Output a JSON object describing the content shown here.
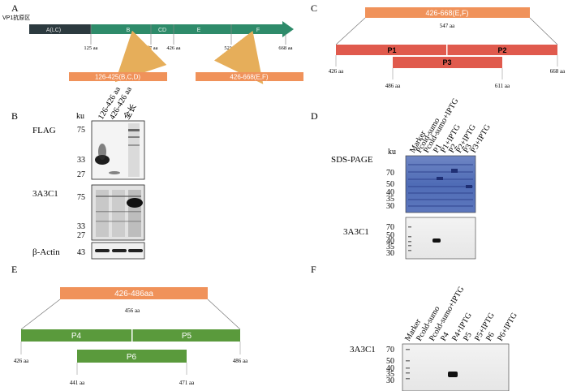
{
  "colors": {
    "vp1_dark": "#2c3a3f",
    "vp1_green": "#2e8b6a",
    "orange": "#f0925a",
    "red": "#e05a4d",
    "green": "#5a9a3c",
    "arrow_gold": "#e6ae5a"
  },
  "panelA": {
    "letter": "A",
    "title": "VP1抗原区",
    "segments": [
      "A(LC)",
      "B",
      "CD",
      "E",
      "F"
    ],
    "positions": [
      "125 aa",
      "397 aa",
      "426 aa",
      "521 aa",
      "668 aa"
    ],
    "fragments": [
      "126-425(B,C,D)",
      "426-668(E,F)"
    ]
  },
  "panelB": {
    "letter": "B",
    "ku": "ku",
    "lanes": [
      "126-426 aa",
      "426-426 aa",
      "全长"
    ],
    "blot1": {
      "label": "FLAG",
      "markers": [
        "75",
        "33",
        "27"
      ]
    },
    "blot2": {
      "label": "3A3C1",
      "markers": [
        "75",
        "33",
        "27"
      ]
    },
    "blot3": {
      "label": "β-Actin",
      "markers": [
        "43"
      ]
    }
  },
  "panelC": {
    "letter": "C",
    "top": "426-668(E,F)",
    "split": "547 aa",
    "P1": "P1",
    "P2": "P2",
    "P3": "P3",
    "left": "426 aa",
    "right": "668 aa",
    "p3_left": "486 aa",
    "p3_right": "611 aa"
  },
  "panelD": {
    "letter": "D",
    "lanes": [
      "Marker",
      "Pcold-sumo",
      "Pcold-sumo+IPTG",
      "P1",
      "P1+IPTG",
      "P2",
      "P2+IPTG",
      "P3",
      "P3+IPTG"
    ],
    "sds_label": "SDS-PAGE",
    "ku": "ku",
    "sds_markers": [
      "70",
      "50",
      "40",
      "35",
      "30"
    ],
    "wb_label": "3A3C1",
    "wb_markers": [
      "70",
      "50",
      "40",
      "35",
      "30"
    ]
  },
  "panelE": {
    "letter": "E",
    "top": "426-486aa",
    "split": "456 aa",
    "P4": "P4",
    "P5": "P5",
    "P6": "P6",
    "left": "426 aa",
    "right": "486 aa",
    "p6_left": "441 aa",
    "p6_right": "471 aa"
  },
  "panelF": {
    "letter": "F",
    "lanes": [
      "Marker",
      "Pcold-sumo",
      "Pcold-sumo+IPTG",
      "P4",
      "P4+IPTG",
      "P5",
      "P5+IPTG",
      "P6",
      "P6+IPTG"
    ],
    "wb_label": "3A3C1",
    "markers": [
      "70",
      "50",
      "40",
      "35",
      "30"
    ]
  }
}
